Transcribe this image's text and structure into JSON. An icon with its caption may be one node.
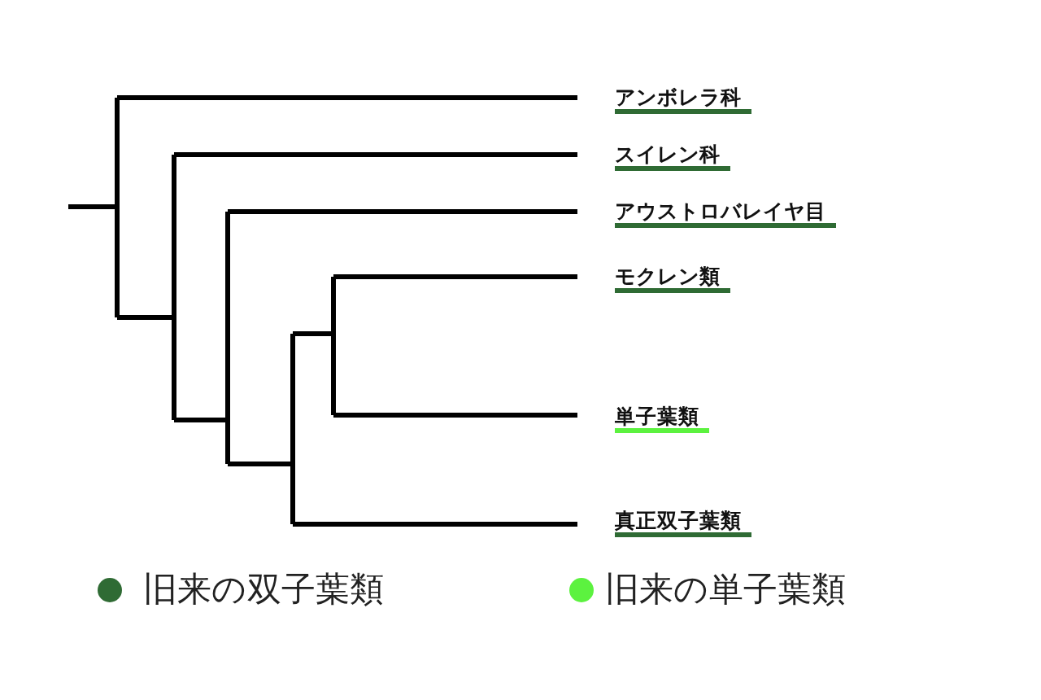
{
  "diagram": {
    "nodes": [
      {
        "text": [
          "アンボレラ科"
        ]
      },
      {
        "text": [
          "スイレン科"
        ]
      },
      {
        "text": [
          "アウストロバレイヤ目"
        ]
      },
      {
        "text": [
          "モクレン類"
        ]
      },
      {
        "text": [
          "単子葉類"
        ]
      },
      {
        "text": [
          "真正双子葉類"
        ]
      }
    ],
    "legend": [
      {
        "text": "旧来の双子葉類",
        "color": "#2f6b34"
      },
      {
        "text": "旧来の単子葉類",
        "color": "#5cf23f"
      }
    ]
  }
}
